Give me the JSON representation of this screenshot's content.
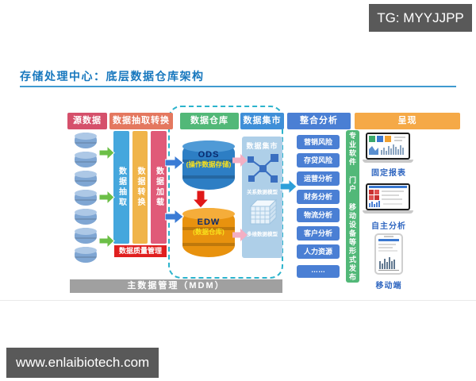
{
  "badge": {
    "label": "TG: MYYJJPP"
  },
  "title": {
    "text": "存储处理中心：底层数据仓库架构"
  },
  "diagram": {
    "headers": {
      "source": "源数据",
      "etl": "数据抽取转换",
      "warehouse": "数据仓库",
      "mart": "数据集市",
      "analysis": "整合分析",
      "present": "呈现"
    },
    "etl": {
      "bars": [
        {
          "label": "数据抽取"
        },
        {
          "label": "数据转换"
        },
        {
          "label": "数据加载"
        }
      ],
      "quality": "数据质量管理"
    },
    "warehouse": {
      "ods_name": "ODS",
      "ods_sub": "(操作数据存储)",
      "edw_name": "EDW",
      "edw_sub": "(数据仓库)"
    },
    "mart": {
      "title": "数据集市",
      "relational_label": "关系数据模型",
      "multidim_label": "多维数据模型"
    },
    "analysis_items": [
      {
        "label": "营销风险"
      },
      {
        "label": "存贷风险"
      },
      {
        "label": "运营分析"
      },
      {
        "label": "财务分析"
      },
      {
        "label": "物流分析"
      },
      {
        "label": "客户分析"
      },
      {
        "label": "人力资源"
      },
      {
        "label": "……"
      }
    ],
    "publish_bar": "专业软件 门户 移动设备等形式发布",
    "present_items": [
      {
        "label": "固定报表"
      },
      {
        "label": "自主分析"
      },
      {
        "label": "移动端"
      }
    ],
    "mdm": "主数据管理（MDM）"
  },
  "footer": {
    "url": "www.enlaibiotech.com"
  },
  "colors": {
    "title_blue": "#1878be",
    "header_source": "#d5506b",
    "header_etl": "#e4785f",
    "header_warehouse": "#52b878",
    "header_mart": "#3f8fd8",
    "header_analysis": "#4a7fd4",
    "header_present": "#f5a947",
    "bar_extract": "#45a7dd",
    "bar_transform": "#f0b44a",
    "bar_load": "#e05a78",
    "quality_red": "#e01f1f",
    "ods_blue": "#2d7ec4",
    "edw_orange": "#e8920e",
    "mart_bg": "#aecfe8",
    "publish_green": "#52b878",
    "dashed_border": "#2bb3cc",
    "mdm_gray": "#a0a0a0",
    "badge_gray": "#595959"
  }
}
